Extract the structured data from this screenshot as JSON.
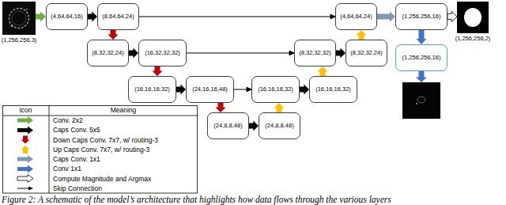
{
  "diagram": {
    "caption": "Figure 2: A schematic of the model’s architecture that highlights how data flows through the various layers",
    "nodes": [
      {
        "text": [
          "(1,256,256,3)"
        ]
      },
      {
        "text": [
          "(4,64,64,16)"
        ]
      },
      {
        "text": [
          "(8,64,64,24)"
        ]
      },
      {
        "text": [
          "(4,64,64,24)"
        ]
      },
      {
        "text": [
          "(1,256,256,16)"
        ]
      },
      {
        "text": [
          "(1,256,256,2)"
        ]
      },
      {
        "text": [
          "(8,32,32,24)"
        ]
      },
      {
        "text": [
          "(16,32,32,32)"
        ]
      },
      {
        "text": [
          "(8,32,32,32)"
        ]
      },
      {
        "text": [
          "(8,32,32,24)"
        ]
      },
      {
        "text": [
          "(1,256,256,16)"
        ]
      },
      {
        "text": [
          "(16,16,16,32)"
        ]
      },
      {
        "text": [
          "(24,16,16,48)"
        ]
      },
      {
        "text": [
          "(16,16,16,32)"
        ]
      },
      {
        "text": [
          "(16,16,16,32)"
        ]
      },
      {
        "text": [
          "(24,8,8,48)"
        ]
      },
      {
        "text": [
          "(24,8,8,48)"
        ]
      }
    ],
    "edges": [
      {
        "from": 0,
        "to": 1,
        "arrow": "to"
      },
      {
        "from": 1,
        "to": 2,
        "arrow": "to"
      },
      {
        "from": 2,
        "to": 6,
        "arrow": "to"
      },
      {
        "from": 6,
        "to": 7,
        "arrow": "to"
      },
      {
        "from": 7,
        "to": 11,
        "arrow": "to"
      },
      {
        "from": 11,
        "to": 12,
        "arrow": "to"
      },
      {
        "from": 12,
        "to": 15,
        "arrow": "to"
      },
      {
        "from": 15,
        "to": 16,
        "arrow": "to"
      },
      {
        "from": 16,
        "to": 13,
        "arrow": "to"
      },
      {
        "from": 13,
        "to": 14,
        "arrow": "to"
      },
      {
        "from": 14,
        "to": 8,
        "arrow": "to"
      },
      {
        "from": 8,
        "to": 9,
        "arrow": "to"
      },
      {
        "from": 9,
        "to": 3,
        "arrow": "to"
      },
      {
        "from": 3,
        "to": 4,
        "arrow": "to"
      },
      {
        "from": 4,
        "to": 5,
        "arrow": "to"
      },
      {
        "from": 4,
        "to": 10,
        "arrow": "to"
      },
      {
        "from": 2,
        "to": 3,
        "arrow": "to"
      },
      {
        "from": 7,
        "to": 8,
        "arrow": "to"
      },
      {
        "from": 12,
        "to": 13,
        "arrow": "to"
      }
    ],
    "labels": [
      "Icon",
      "Meaning"
    ],
    "legend": [
      {
        "text": "Conv. 2x2"
      },
      {
        "text": "Caps Conv. 5x5"
      },
      {
        "text": "Down Caps Conv. 7x7, w/ routing-3"
      },
      {
        "text": "Up Caps Conv. 7x7, w/ routing-3"
      },
      {
        "text": "Caps Conv. 1x1"
      },
      {
        "text": "Conv 1x1"
      },
      {
        "text": "Compute Magnitude and Argmax"
      },
      {
        "text": "Skip Connection"
      }
    ]
  }
}
